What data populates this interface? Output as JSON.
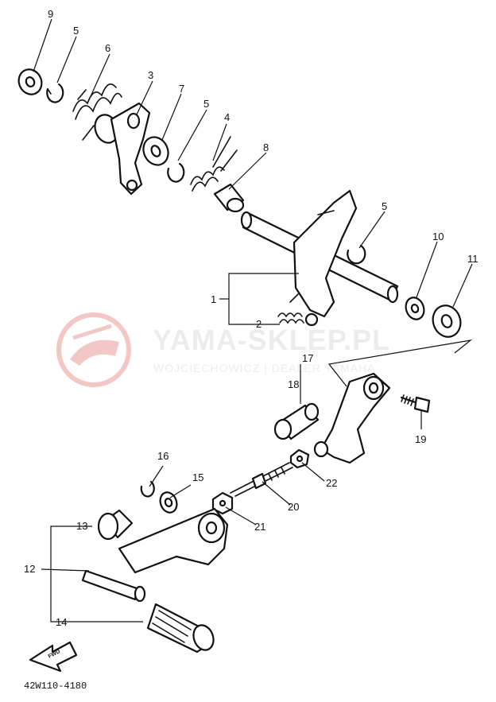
{
  "diagram": {
    "part_code": "42W110-4180",
    "fwd_label": "FWD",
    "watermark": {
      "main": "YAMA-SKLEP.PL",
      "sub": "WOJCIECHOWICZ | DEALER YAMAHA",
      "logo_icon": "yamaha-tuning-fork-logo"
    },
    "callouts": [
      "9",
      "5",
      "6",
      "3",
      "7",
      "5",
      "4",
      "8",
      "5",
      "10",
      "11",
      "1",
      "2",
      "17",
      "18",
      "19",
      "22",
      "16",
      "15",
      "20",
      "21",
      "13",
      "12",
      "14"
    ]
  }
}
